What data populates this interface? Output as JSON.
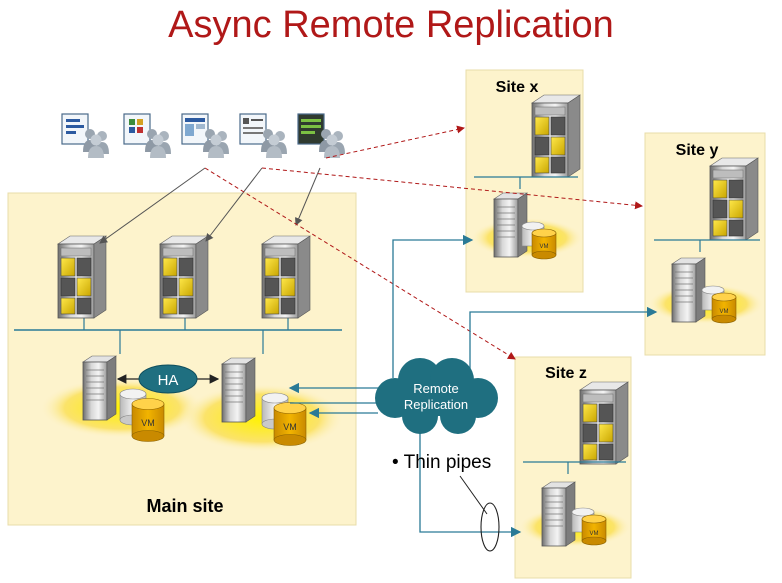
{
  "title": "Async Remote Replication",
  "sites": {
    "main": "Main site",
    "x": "Site x",
    "y": "Site y",
    "z": "Site z"
  },
  "labels": {
    "ha": "HA",
    "remote_replication_line1": "Remote",
    "remote_replication_line2": "Replication",
    "thin_pipes": "• Thin pipes",
    "vm": "VM"
  },
  "colors": {
    "title": "#b01818",
    "site_panel": "#fdf3cc",
    "cloud": "#1f6f80",
    "ha_oval": "#1f6f80",
    "network_line": "#2a7a96",
    "dashed_arrow": "#b01818",
    "disk": "#e6a400"
  }
}
